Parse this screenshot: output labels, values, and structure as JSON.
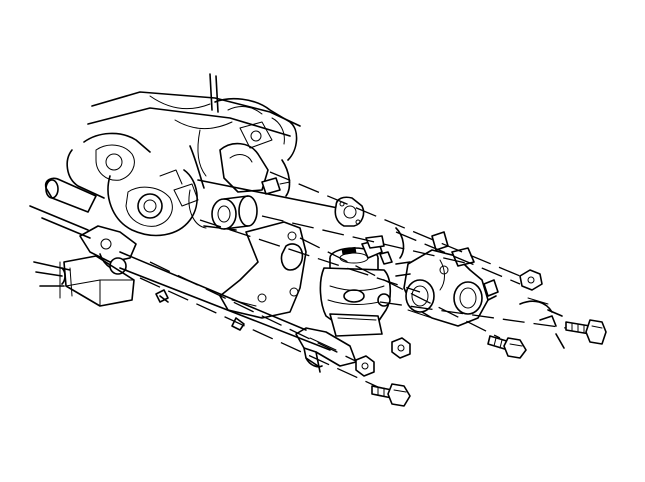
{
  "figure": {
    "kind": "exploded-view line drawing",
    "components": [
      "intake-manifold",
      "egr-valve",
      "egr-gasket",
      "egr-adapter-pipe",
      "mounting-bracket",
      "bolts",
      "nuts"
    ],
    "stroke_color": "#000000",
    "background_color": "#ffffff"
  }
}
